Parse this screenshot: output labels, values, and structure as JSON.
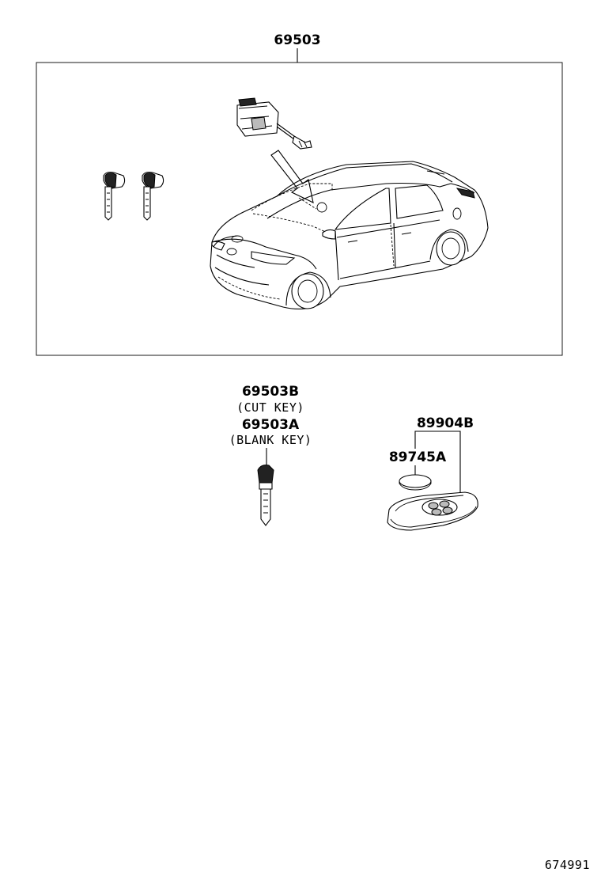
{
  "labels": {
    "assembly": "69503",
    "cut_key_part": "69503B",
    "cut_key_desc": "(CUT KEY)",
    "blank_key_part": "69503A",
    "blank_key_desc": "(BLANK KEY)",
    "remote_part": "89904B",
    "battery_part": "89745A",
    "drawing_number": "674991"
  }
}
